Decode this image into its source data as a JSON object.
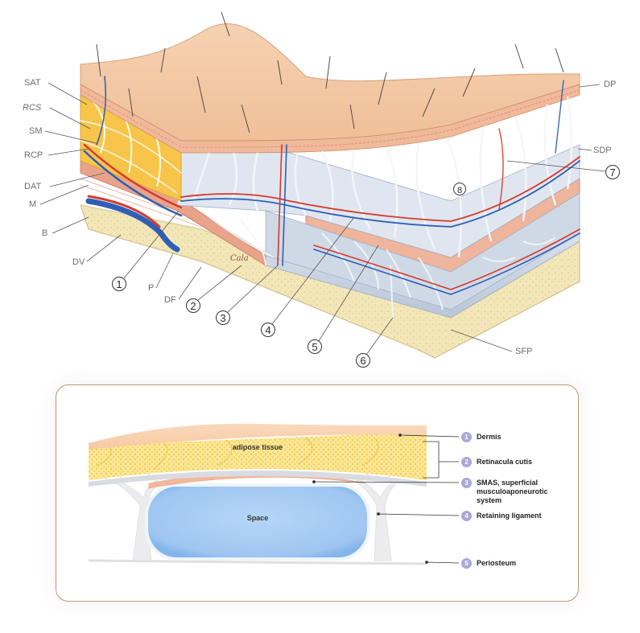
{
  "top_diagram": {
    "letter_labels": {
      "sat": "SAT",
      "rcs": "RCS",
      "sm": "SM",
      "rcp": "RCP",
      "dat": "DAT",
      "m": "M",
      "b": "B",
      "dv": "DV",
      "p": "P",
      "df": "DF",
      "dp": "DP",
      "sdp": "SDP",
      "sfp": "SFP"
    },
    "numbers": {
      "n1": "1",
      "n2": "2",
      "n3": "3",
      "n4": "4",
      "n5": "5",
      "n6": "6",
      "n7": "7",
      "n8": "8"
    },
    "signature": "Cala"
  },
  "bottom_diagram": {
    "inner_labels": {
      "adipose": "adipose tissue",
      "space": "Space"
    },
    "legend": [
      {
        "num": "1",
        "text": "Dermis"
      },
      {
        "num": "2",
        "text": "Retinacula cutis"
      },
      {
        "num": "3",
        "text": "SMAS, superficial musculoaponeurotic system"
      },
      {
        "num": "4",
        "text": "Retaining ligament"
      },
      {
        "num": "5",
        "text": "Periosteum"
      }
    ]
  },
  "colors": {
    "skin": "#f3c9a6",
    "fat": "#f6c54a",
    "bone": "#f1e3b1",
    "muscle": "#e9a38b",
    "fascia": "#cdd7e4",
    "artery": "#d63a2c",
    "vein": "#2f5fb5",
    "panel_border": "#b89a70",
    "legend_badge": "#a9a8d9",
    "space": "#a9cdf4"
  }
}
